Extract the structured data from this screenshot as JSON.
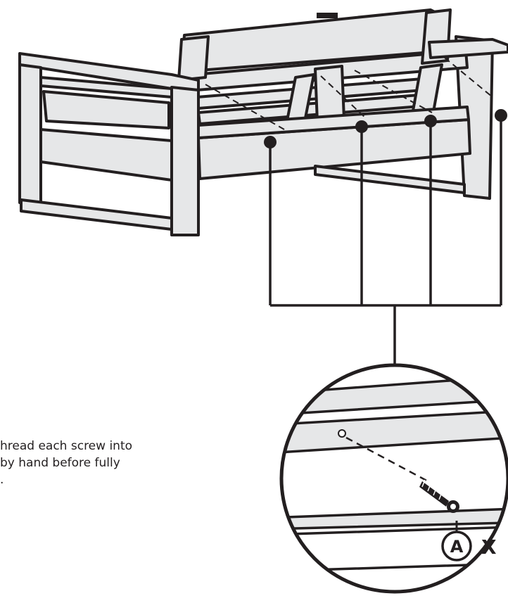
{
  "instruction": {
    "lines": [
      "hread each screw into",
      " by hand before fully",
      "."
    ]
  },
  "callout": {
    "part_letter": "A",
    "quantity_prefix": "X"
  },
  "colors": {
    "stroke": "#231f20",
    "panel_fill": "#e6e7e8",
    "background": "#ffffff"
  }
}
